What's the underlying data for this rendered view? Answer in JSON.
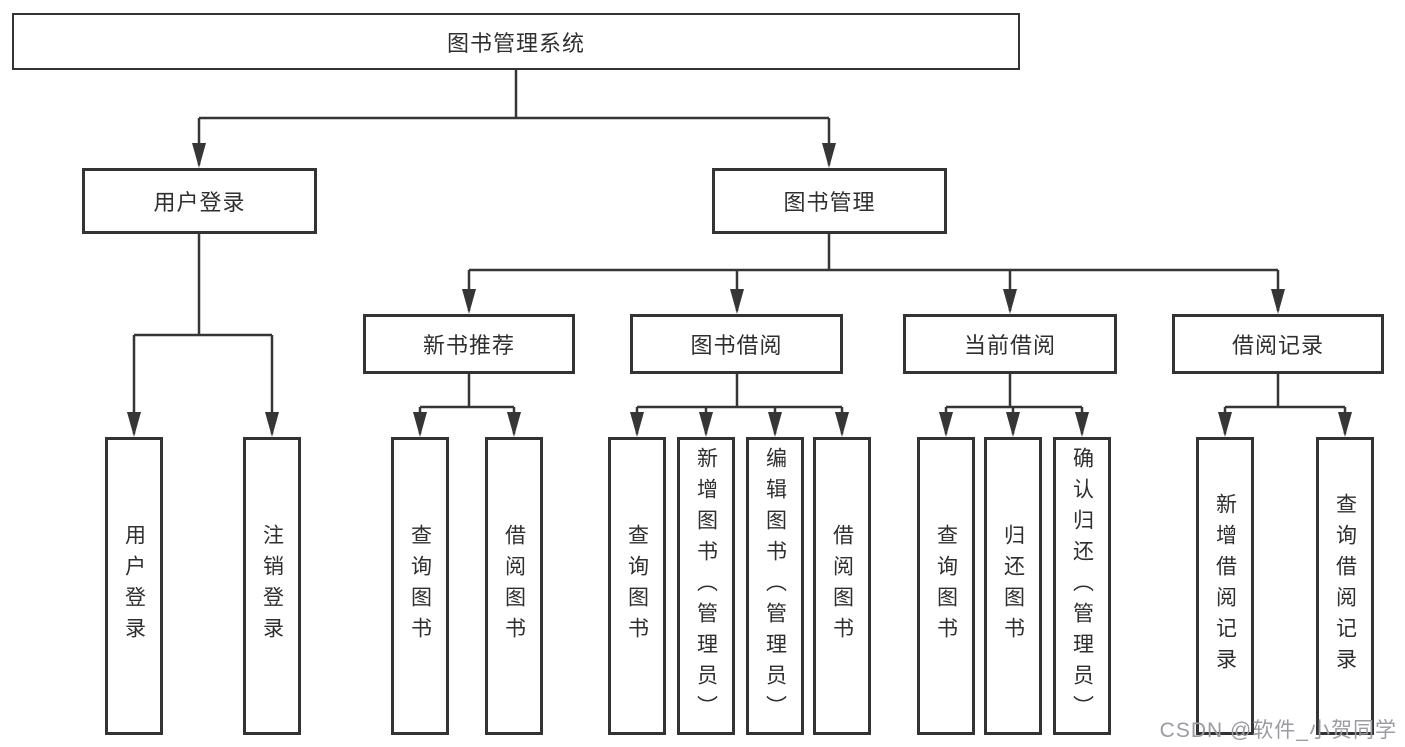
{
  "diagram": {
    "root": {
      "label": "图书管理系统"
    },
    "level2": [
      {
        "label": "用户登录"
      },
      {
        "label": "图书管理"
      }
    ],
    "level3": [
      {
        "label": "新书推荐"
      },
      {
        "label": "图书借阅"
      },
      {
        "label": "当前借阅"
      },
      {
        "label": "借阅记录"
      }
    ],
    "leaves": {
      "user_login": [
        "用户登录",
        "注销登录"
      ],
      "new_book_recommend": [
        "查询图书",
        "借阅图书"
      ],
      "book_borrow": [
        "查询图书",
        "新增图书（管理员）",
        "编辑图书（管理员）",
        "借阅图书"
      ],
      "current_borrow": [
        "查询图书",
        "归还图书",
        "确认归还（管理员）"
      ],
      "borrow_records": [
        "新增借阅记录",
        "查询借阅记录"
      ]
    },
    "watermark": "CSDN @软件_小贺同学",
    "colors": {
      "line": "#363636",
      "text": "#2f2f2f",
      "watermark": "#9b9ba2",
      "background": "#ffffff"
    }
  }
}
